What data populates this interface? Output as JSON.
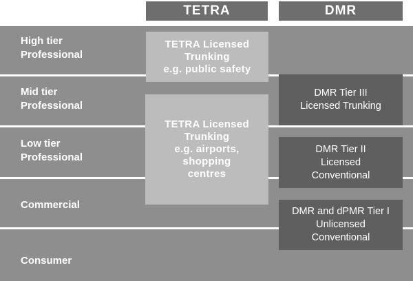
{
  "columns": {
    "tetra": "TETRA",
    "dmr": "DMR"
  },
  "tiers": [
    {
      "label": "High tier\nProfessional"
    },
    {
      "label": "Mid tier\nProfessional"
    },
    {
      "label": "Low tier\nProfessional"
    },
    {
      "label": "Commercial"
    },
    {
      "label": "Consumer"
    }
  ],
  "tetra_boxes": [
    {
      "label": "TETRA Licensed\nTrunking\ne.g. public safety"
    },
    {
      "label": "TETRA Licensed\nTrunking\ne.g. airports,\nshopping\ncentres"
    }
  ],
  "dmr_boxes": [
    {
      "label": "DMR Tier III\nLicensed Trunking"
    },
    {
      "label": "DMR Tier II\nLicensed\nConventional"
    },
    {
      "label": "DMR and dPMR Tier I\nUnlicensed\nConventional"
    }
  ],
  "colors": {
    "band": "#8e8e8e",
    "header": "#6e6e6e",
    "tetra_box": "#bcbcbc",
    "dmr_box": "#5f5f5f",
    "separator": "#ffffff"
  }
}
